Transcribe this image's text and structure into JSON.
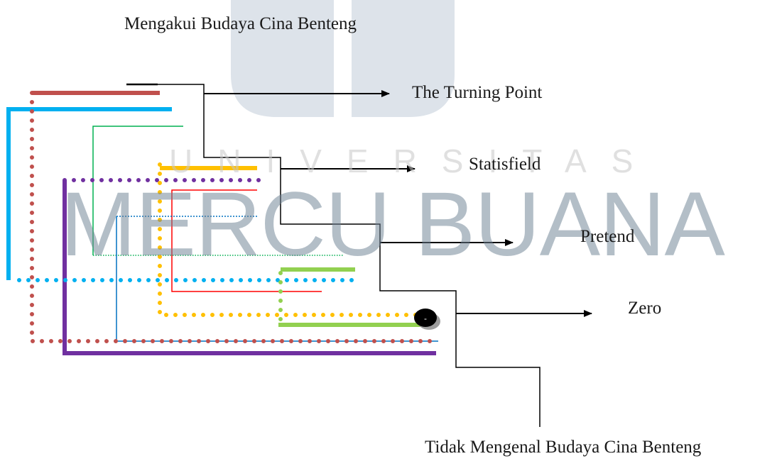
{
  "diagram": {
    "top_label": "Mengakui  Budaya Cina Benteng",
    "bottom_label": "Tidak Mengenal Budaya Cina Benteng",
    "stages": [
      {
        "id": "turning-point",
        "label": "The Turning Point"
      },
      {
        "id": "statisfield",
        "label": "Statisfield"
      },
      {
        "id": "pretend",
        "label": "Pretend"
      },
      {
        "id": "zero",
        "label": "Zero"
      }
    ],
    "marker_text": "-"
  },
  "watermark": {
    "line1": "UNIVERSITAS",
    "line2": "MERCU BUANA",
    "logo_color": "#dde3ea"
  },
  "colors": {
    "red": "#c0504d",
    "blue": "#00b0f0",
    "green_thin": "#00b050",
    "purple": "#7030a0",
    "yellow": "#ffc000",
    "red_thin": "#ff0000",
    "blue_thin": "#0070c0",
    "lime": "#92d050",
    "black": "#000000"
  }
}
